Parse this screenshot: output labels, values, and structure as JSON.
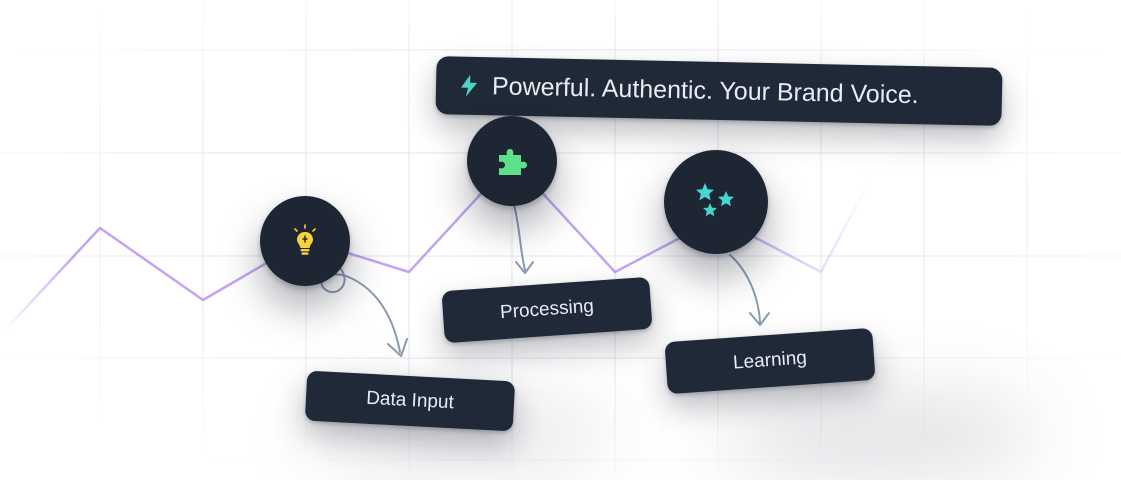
{
  "banner": {
    "text": "Powerful. Authentic. Your Brand Voice.",
    "icon": "lightning-bolt-icon"
  },
  "steps": [
    {
      "label": "Data Input",
      "icon": "lightbulb-icon"
    },
    {
      "label": "Processing",
      "icon": "puzzle-piece-icon"
    },
    {
      "label": "Learning",
      "icon": "stars-icon"
    }
  ],
  "colors": {
    "badge_background": "#1e2533",
    "label_background": "#1f2937",
    "line": "#b68cf0",
    "arrow": "#8a9bb0",
    "bolt": "#4fd1c5",
    "bulb": "#f6d23c",
    "puzzle": "#5ee08a",
    "stars": "#46d8cf"
  }
}
